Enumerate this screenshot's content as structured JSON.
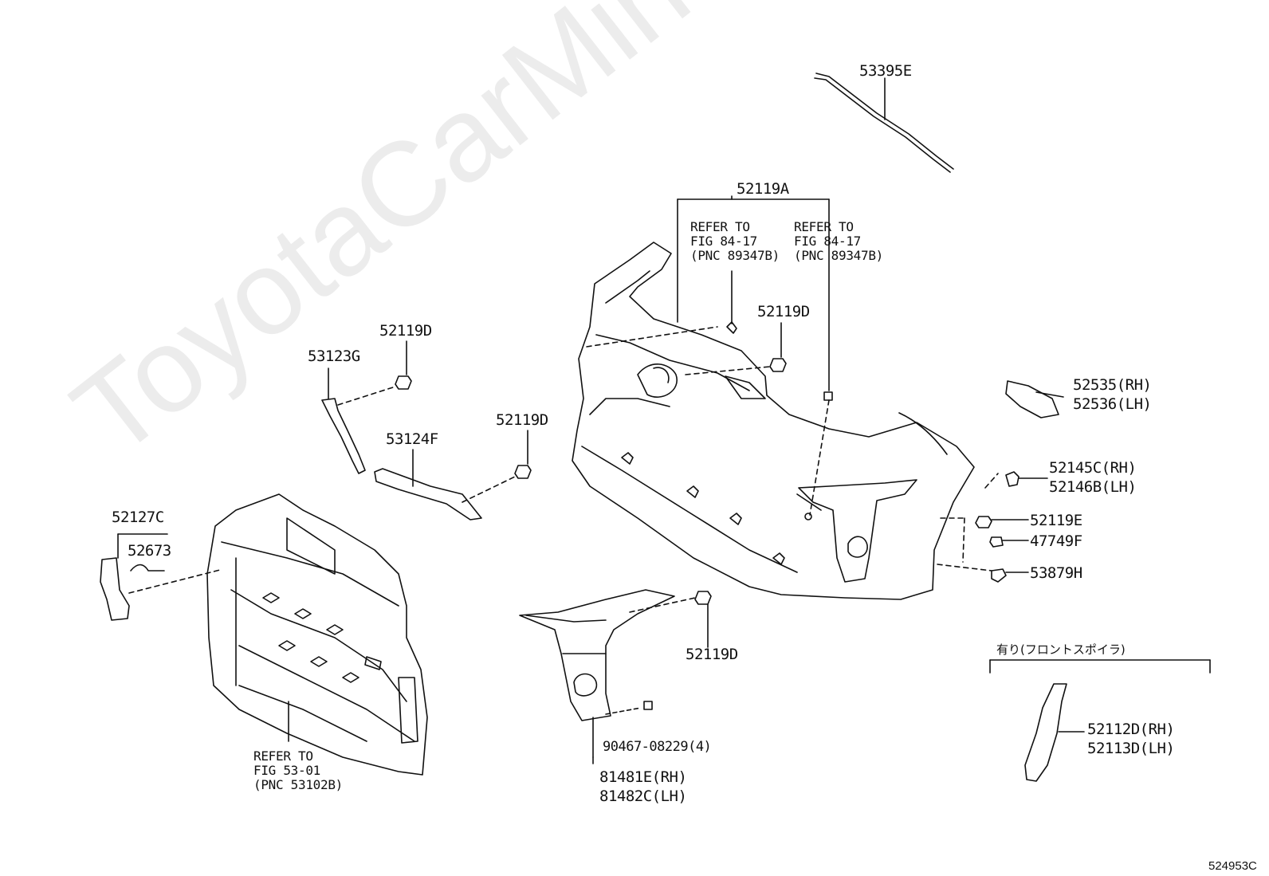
{
  "watermark": "ToyotaCarMine.ru",
  "figure_code": "524953C",
  "option_note": "有り(フロントスポイラ)",
  "notes": {
    "refer_a": "REFER TO\nFIG 84-17\n(PNC 89347B)",
    "refer_b": "REFER TO\nFIG 84-17\n(PNC 89347B)",
    "refer_grille": "REFER TO\nFIG 53-01\n(PNC 53102B)"
  },
  "parts": {
    "p53395E": "53395E",
    "p52119A": "52119A",
    "p52119D_top": "52119D",
    "p52119D_left": "52119D",
    "p52119D_mid": "52119D",
    "p52119D_low": "52119D",
    "p53123G": "53123G",
    "p53124F": "53124F",
    "p52127C": "52127C",
    "p52673": "52673",
    "p52535": "52535(RH)",
    "p52536": "52536(LH)",
    "p52145C": "52145C(RH)",
    "p52146B": "52146B(LH)",
    "p52119E": "52119E",
    "p47749F": "47749F",
    "p53879H": "53879H",
    "p90467": "90467-08229(4)",
    "p81481E": "81481E(RH)",
    "p81482C": "81482C(LH)",
    "p52112D": "52112D(RH)",
    "p52113D": "52113D(LH)"
  }
}
